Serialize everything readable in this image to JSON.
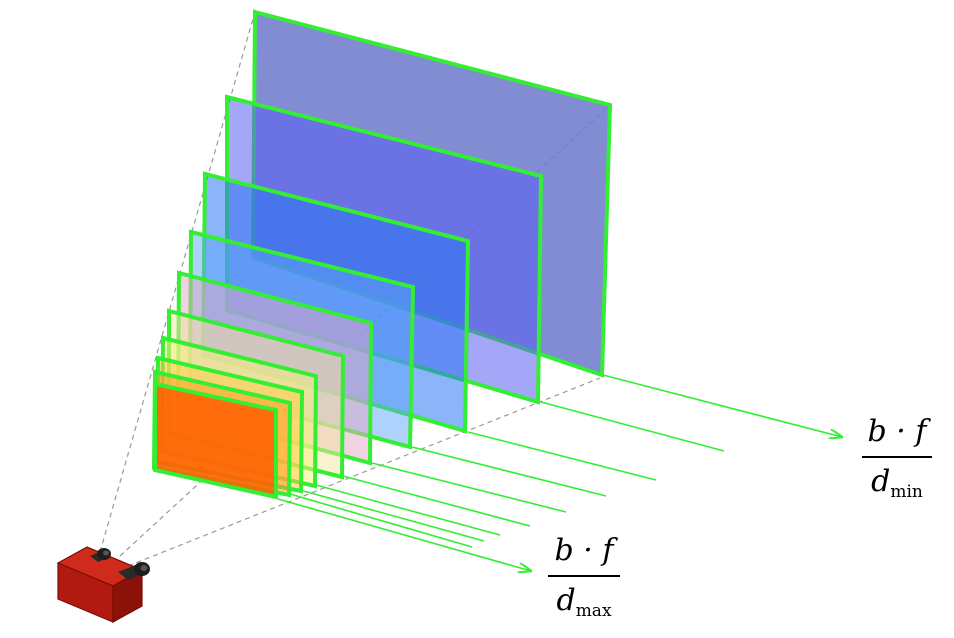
{
  "colors": {
    "frame_stroke": "#33ee33",
    "arrow": "#33ee33",
    "guide_line": "#999999",
    "camera_body": "#b01a10",
    "camera_lens": "#222222"
  },
  "planes_far_to_near": [
    {
      "fill": "#6f7ccc",
      "opacity": 0.88
    },
    {
      "fill": "#5a5ef2",
      "opacity": 0.55
    },
    {
      "fill": "#2d76f2",
      "opacity": 0.55
    },
    {
      "fill": "#5ea6f8",
      "opacity": 0.5
    },
    {
      "fill": "#e3a6c2",
      "opacity": 0.5
    },
    {
      "fill": "#f4e3a2",
      "opacity": 0.5
    },
    {
      "fill": "#f8f27c",
      "opacity": 0.5
    },
    {
      "fill": "#ffcc44",
      "opacity": 0.5
    },
    {
      "fill": "#ff9a22",
      "opacity": 0.5
    },
    {
      "fill": "#ff5e00",
      "opacity": 0.85
    }
  ],
  "labels": {
    "far": {
      "numerator": "b · f",
      "denominator": "d",
      "subscript": "min"
    },
    "near": {
      "numerator": "b · f",
      "denominator": "d",
      "subscript": "max"
    }
  }
}
